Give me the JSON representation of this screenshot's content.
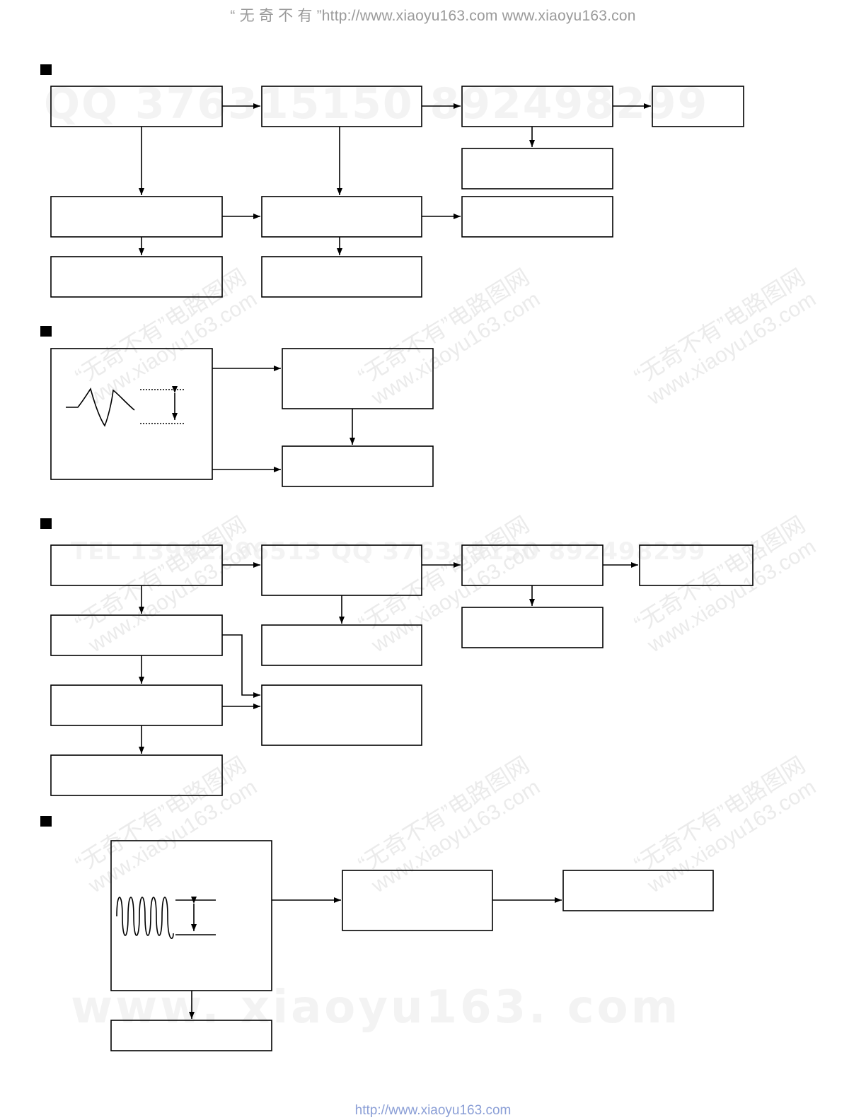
{
  "header": {
    "text": "“ 无 奇 不 有 ”http://www.xiaoyu163.com  www.xiaoyu163.con"
  },
  "footer": {
    "text": "http://www.xiaoyu163.com"
  },
  "watermarks": {
    "number_row_top": "QQ 376315150   892498299",
    "number_row_middle": "TEL 13942296513      QQ 376315150   892498299",
    "site_bold": "www. xiaoyu163. com",
    "diagonal_cn": "“无奇不有”电路图网",
    "diagonal_url": "www.xiaoyu163.com"
  },
  "colors": {
    "line": "#000000",
    "header_text": "#9a9a9a",
    "footer_link": "#8a9ed6",
    "watermark": "#efefef"
  },
  "diagram": {
    "sections": [
      {
        "id": "section-1",
        "boxes": 10,
        "arrows": 10
      },
      {
        "id": "section-2",
        "boxes": 3,
        "arrows": 3,
        "waveform": "sawtooth-pulse"
      },
      {
        "id": "section-3",
        "boxes": 10,
        "arrows": 10
      },
      {
        "id": "section-4",
        "boxes": 4,
        "arrows": 3,
        "waveform": "sine"
      }
    ]
  }
}
